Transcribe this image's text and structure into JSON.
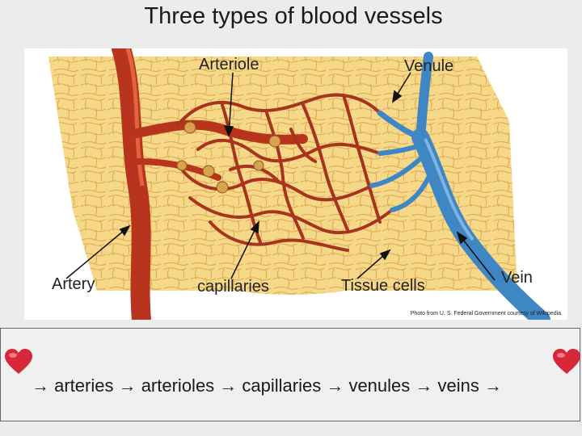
{
  "slide": {
    "title": "Three types of blood vessels"
  },
  "figure": {
    "labels": {
      "arteriole": "Arteriole",
      "venule": "Venule",
      "artery": "Artery",
      "capillaries": "capillaries",
      "tissue_cells": "Tissue cells",
      "vein": "Vein"
    },
    "credit": "Photo from U. S. Federal Government courtesy of Wikipedia.",
    "colors": {
      "tissue": "#f4d27e",
      "artery": "#b8341c",
      "capillary": "#a8331e",
      "vein": "#3f86c4",
      "connector": "#d9a24c"
    }
  },
  "flow": {
    "text": "→ arteries → arterioles → capillaries → venules → veins →",
    "heart_color": "#d7283a"
  }
}
